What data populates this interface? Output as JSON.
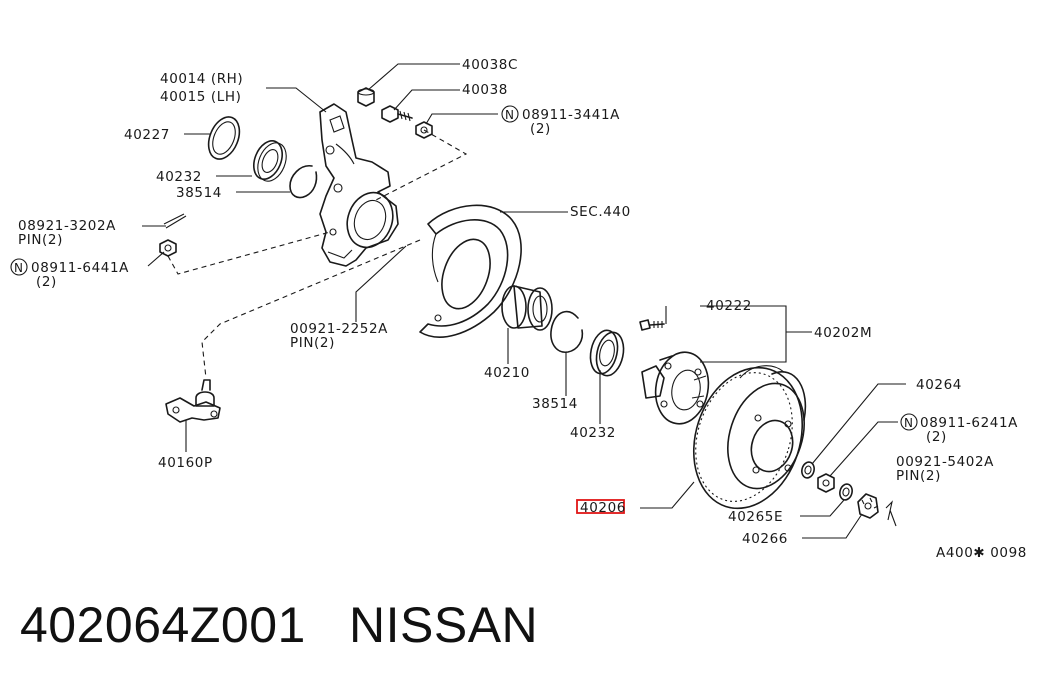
{
  "labels": {
    "knuckle_rh": "40014 (RH)",
    "knuckle_lh": "40015 (LH)",
    "nut_40038c": "40038C",
    "bolt_40038": "40038",
    "nut_08911_3441a": "08911-3441A",
    "qty_08911_3441a": "(2)",
    "seal_40227": "40227",
    "seal_40232_top": "40232",
    "snap_38514_top": "38514",
    "pin_08921": "08921-3202A",
    "pin_08921_qty": "PIN(2)",
    "nut_08911_6441a": "08911-6441A",
    "qty_08911_6441a": "(2)",
    "sec440": "SEC.440",
    "pin_00921_2252a": "00921-2252A",
    "pin_00921_2252a_qty": "PIN(2)",
    "bearing_40210": "40210",
    "snap_38514_bottom": "38514",
    "seal_40232_bottom": "40232",
    "balljoint_40160p": "40160P",
    "bolt_40222": "40222",
    "hub_40202m": "40202M",
    "washer_40264": "40264",
    "nut_08911_6241a": "08911-6241A",
    "qty_08911_6241a": "(2)",
    "pin_00921_5402a": "00921-5402A",
    "pin_00921_5402a_qty": "PIN(2)",
    "rotor_40206": "40206",
    "washer_40265e": "40265E",
    "nut_40266": "40266",
    "diagram_code": "A400✱ 0098",
    "nut_symbol": "N"
  },
  "highlight": {
    "part": "40206",
    "color": "#e01616"
  },
  "caption": {
    "part_number": "402064Z001",
    "brand": "NISSAN"
  }
}
